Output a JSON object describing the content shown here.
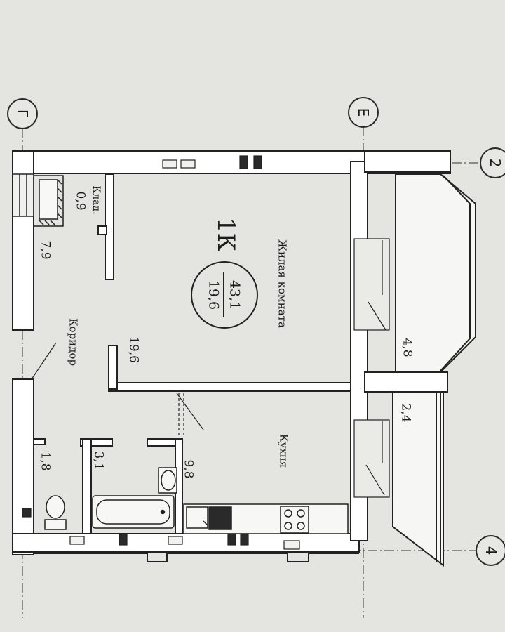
{
  "plan": {
    "apartment_type": "1К",
    "total_area": "43,1",
    "living_area": "19,6",
    "axes": {
      "g": "Г",
      "e": "Е",
      "two": "2",
      "four": "4"
    },
    "rooms": {
      "living_room": {
        "name": "Жилая комната",
        "area": "19,6"
      },
      "kitchen": {
        "name": "Кухня",
        "area": "9,8"
      },
      "corridor": {
        "name": "Коридор",
        "area": "7,9"
      },
      "storage": {
        "name": "Клад.",
        "area": "0,9"
      },
      "bathroom": {
        "area": "3,1"
      },
      "toilet": {
        "area": "1,8"
      },
      "loggia_1": {
        "area": "4,8"
      },
      "loggia_2": {
        "area": "2,4"
      }
    }
  }
}
